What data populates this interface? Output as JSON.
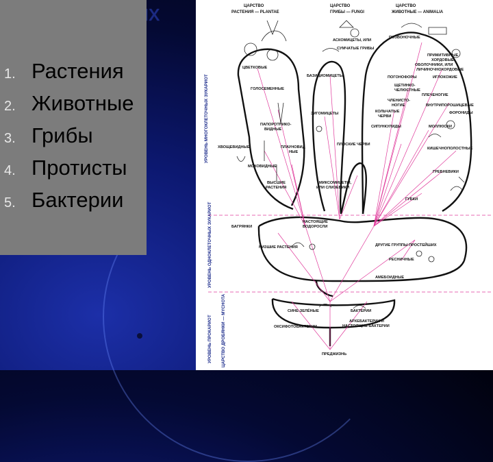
{
  "slide": {
    "title": "Царства живых организмов",
    "items": [
      {
        "num": "1.",
        "label": "Растения"
      },
      {
        "num": "2.",
        "label": "Животные"
      },
      {
        "num": "3.",
        "label": "Грибы"
      },
      {
        "num": "4.",
        "label": "Протисты"
      },
      {
        "num": "5.",
        "label": "Бактерии"
      }
    ]
  },
  "diagram": {
    "kingdoms": [
      {
        "line1": "ЦАРСТВО",
        "line2": "РАСТЕНИЯ — PLANTAE"
      },
      {
        "line1": "ЦАРСТВО",
        "line2": "ГРИБЫ — FUNGI"
      },
      {
        "line1": "ЦАРСТВО",
        "line2": "ЖИВОТНЫЕ — ANIMALIA"
      }
    ],
    "levels": [
      "УРОВЕНЬ МНОГОКЛЕТОЧНЫХ ЭУКАРИОТ",
      "УРОВЕНЬ ОДНОКЛЕТОЧНЫХ ЭУКАРИОТ",
      "УРОВЕНЬ ПРОКАРИОТ",
      "ЦАРСТВО ДРОБЯНКИ — MYCHOTA"
    ],
    "plants": [
      "ЦВЕТКОВЫЕ",
      "ГОЛОСЕМЕННЫЕ",
      "ПАПОРОТНИКО-",
      "ВИДНЫЕ",
      "ХВОЩЕВИДНЫЕ",
      "ПЛАУНОВИД",
      "НЫЕ",
      "МОХОВИДНЫЕ",
      "ВЫСШИЕ",
      "РАСТЕНИЯ"
    ],
    "fungi": [
      "АСКОМИЦЕТЫ, ИЛИ",
      "СУМЧАТЫЕ ГРИБЫ",
      "БАЗИДИОМИЦЕТЫ",
      "ЗИГОМИЦЕТЫ",
      "МИКСОМИЦЕТЫ,",
      "ИЛИ СЛИЗЕВИКИ"
    ],
    "animals": [
      "ПОЗВОНОЧНЫЕ",
      "ПРИМИТИВНЫЕ",
      "ХОРДОВЫЕ",
      "ОБОЛОЧНИКИ, ИЛИ",
      "ЛИЧИНОЧНОХОРДОВЫЕ",
      "ИГЛОКОЖИЕ",
      "ПОГОНОФОРЫ",
      "ЩЕТИНКО-",
      "ЧЕЛЮСТНЫЕ",
      "ПЛЕЧЕНОГИЕ",
      "ВНУТРИПОРОШИЦЕВЫЕ",
      "ФОРОНИДЫ",
      "ЧЛЕНИСТО-",
      "НОГИЕ",
      "КОЛЬЧАТЫЕ",
      "ЧЕРВИ",
      "МОЛЛЮСКИ",
      "СИПУНКУЛИДЫ",
      "ПЛОСКИЕ ЧЕРВИ",
      "КИШЕЧНОПОЛОСТНЫЕ",
      "ГРЕБНЕВИКИ",
      "ГУБКИ"
    ],
    "protists": [
      "БАГРЯНКИ",
      "НАСТОЯЩИЕ",
      "ВОДОРОСЛИ",
      "НИЗШИЕ РАСТЕНИЯ",
      "ДРУГИЕ ГРУППЫ ПРОСТЕЙШИХ",
      "РЕСНИЧНЫЕ",
      "АМЕБОИДНЫЕ"
    ],
    "bacteria": [
      "СИНЕ-ЗЕЛЁНЫЕ",
      "БАКТЕРИИ",
      "ОКСИФОТОБАКТЕРИИ",
      "АРХЕБАКТЕРИИ И",
      "НАСТОЯЩИЕ БАКТЕРИИ",
      "ПРЕДЖИЗНЬ"
    ],
    "colors": {
      "arrows": "#e0389a",
      "outline": "#111111",
      "vertical_labels": "#1a2a8a"
    }
  }
}
